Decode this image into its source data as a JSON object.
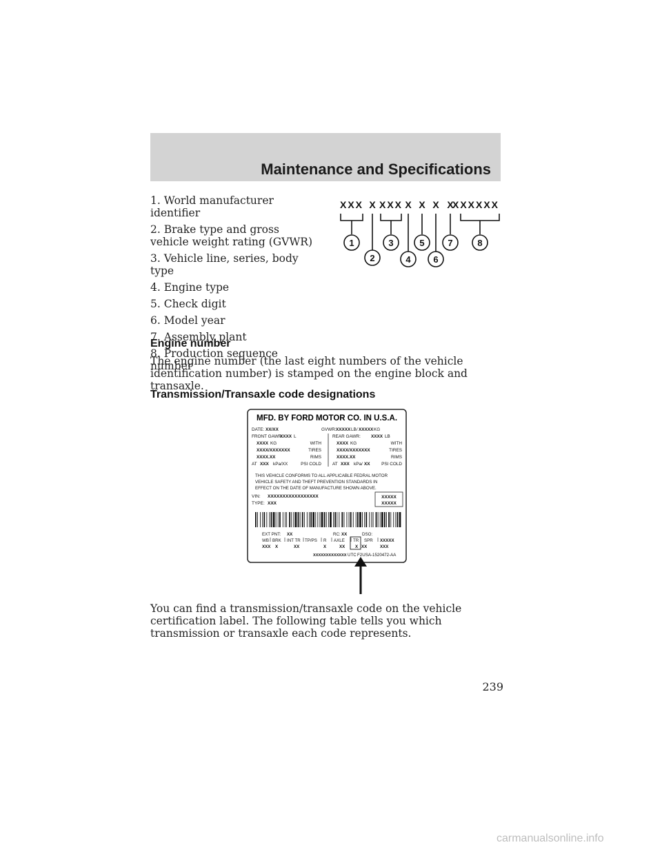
{
  "header": {
    "title": "Maintenance and Specifications"
  },
  "vin_items": [
    "1. World manufacturer identifier",
    "2. Brake type and gross vehicle weight rating (GVWR)",
    "3. Vehicle line, series, body type",
    "4. Engine type",
    "5. Check digit",
    "6. Model year",
    "7. Assembly plant",
    "8. Production sequence number"
  ],
  "vin_diagram": {
    "groups": [
      "XXX",
      "X",
      "XXX",
      "X",
      "X",
      "X",
      "X",
      "XXXXXX"
    ],
    "callouts": [
      "1",
      "2",
      "3",
      "4",
      "5",
      "6",
      "7",
      "8"
    ]
  },
  "engine_section": {
    "heading": "Engine number",
    "text": "The engine number (the last eight numbers of the vehicle identification number) is stamped on the engine block and transaxle."
  },
  "transmission_section": {
    "heading": "Transmission/Transaxle code designations",
    "text": "You can find a transmission/transaxle code on the vehicle certification label. The following table tells you which transmission or transaxle each code represents."
  },
  "cert_label": {
    "title": "MFD. BY FORD MOTOR CO. IN U.S.A.",
    "date_label": "DATE:",
    "date_value": "XX/XX",
    "gvwr_label": "GVWR:",
    "gvwr_value1": "XXXXX",
    "gvwr_unit1": "LB/",
    "gvwr_value2": "XXXXX",
    "gvwr_unit2": "KG",
    "front_gawr_label": "FRONT GAWR:",
    "front_gawr_value": "XXXX",
    "front_gawr_unit": "L",
    "rear_gawr_label": "REAR GAWR:",
    "rear_gawr_value": "XXXX",
    "rear_gawr_unit": "LB",
    "kg_value": "XXXX",
    "kg_unit": "KG",
    "with": "WITH",
    "tires_value": "XXXX/XXXXXXX",
    "tires": "TIRES",
    "rims_value": "XXXX.XX",
    "rims": "RIMS",
    "at": "AT",
    "kpa_value": "XXX",
    "kpa_unit": "kPa/XX",
    "kpa_unit_rear": "kPa/",
    "psi_value_rear": "XX",
    "psi_cold": "PSI COLD",
    "conformance": [
      "THIS VEHICLE CONFORMS TO ALL APPLICABLE FEDRAL MOTOR",
      "VEHICLE SAFETY AND THEFT PREVENTION STANDARDS IN",
      "EFFECT ON THE DATE OF MANUFACTURE SHOWN ABOVE."
    ],
    "vin_label": "VIN:",
    "vin_value": "XXXXXXXXXXXXXXXXX",
    "type_label": "TYPE:",
    "type_value": "XXX",
    "box_value1": "XXXXX",
    "box_value2": "XXXXX",
    "ext_pnt_label": "EXT PNT:",
    "ext_pnt_value": "XX",
    "rc_label": "RC:",
    "rc_value": "XX",
    "dso_label": "DSO:",
    "wb": "WB",
    "brk": "BRK",
    "int_tr": "INT TR",
    "tp_ps": "TP/PS",
    "r": "R",
    "axle": "AXLE",
    "tr": "TR",
    "spr": "SPR",
    "spr_value": "XXXXX",
    "row3": [
      "XXX",
      "X",
      "XX",
      "X",
      "XX",
      "X",
      "XX",
      "XXX"
    ],
    "serial": "XXXXXXXXXXXXX",
    "utc": "UTC",
    "part": "F2USA-1520472-AA"
  },
  "page_number": "239",
  "footer": "carmanualsonline.info"
}
